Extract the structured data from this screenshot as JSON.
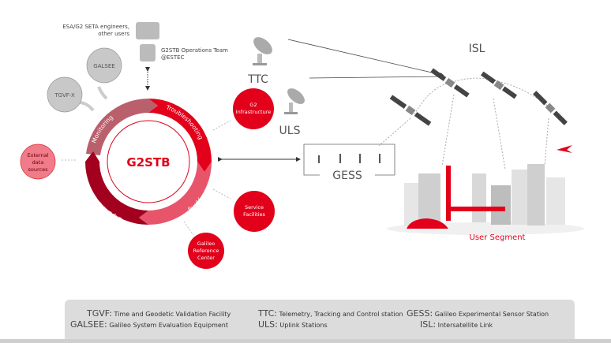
{
  "center": {
    "title": "G2STB"
  },
  "cycle": [
    {
      "label": "Monitoring",
      "color": "#b9606c"
    },
    {
      "label": "Troubleshooting",
      "color": "#e2001a"
    },
    {
      "label": "Prototyping",
      "color": "#e8546a"
    },
    {
      "label": "Experimentation",
      "color": "#a30020"
    }
  ],
  "users": {
    "engineers": [
      "ESA/G2 SETA engineers,",
      "other users"
    ],
    "ops": [
      "G2STB Operations Team",
      "@ESTEC"
    ]
  },
  "nodes": {
    "galsee": "GALSEE",
    "tgvf": "TGVF-X",
    "external": [
      "External",
      "data",
      "sources"
    ],
    "g2infra": [
      "G2",
      "Infrastructure"
    ],
    "service": [
      "Service",
      "Facilities"
    ],
    "grc": [
      "Galileo",
      "Reference",
      "Center"
    ]
  },
  "stations": {
    "ttc": "TTC",
    "uls": "ULS",
    "gess": "GESS",
    "isl": "ISL",
    "user_segment": "User Segment"
  },
  "legend": [
    {
      "abbr": "TGVF:",
      "text": "Time and Geodetic Validation Facility"
    },
    {
      "abbr": "GALSEE:",
      "text": "Galileo System Evaluation Equipment"
    },
    {
      "abbr": "TTC:",
      "text": "Telemetry, Tracking and Control station"
    },
    {
      "abbr": "ULS:",
      "text": "Uplink Stations"
    },
    {
      "abbr": "GESS:",
      "text": "Galileo Experimental Sensor Station"
    },
    {
      "abbr": "ISL:",
      "text": "Intersatellite Link"
    }
  ],
  "colors": {
    "red": "#e2001a",
    "gray": "#c8c8c8",
    "pink": "#f07b8a"
  }
}
